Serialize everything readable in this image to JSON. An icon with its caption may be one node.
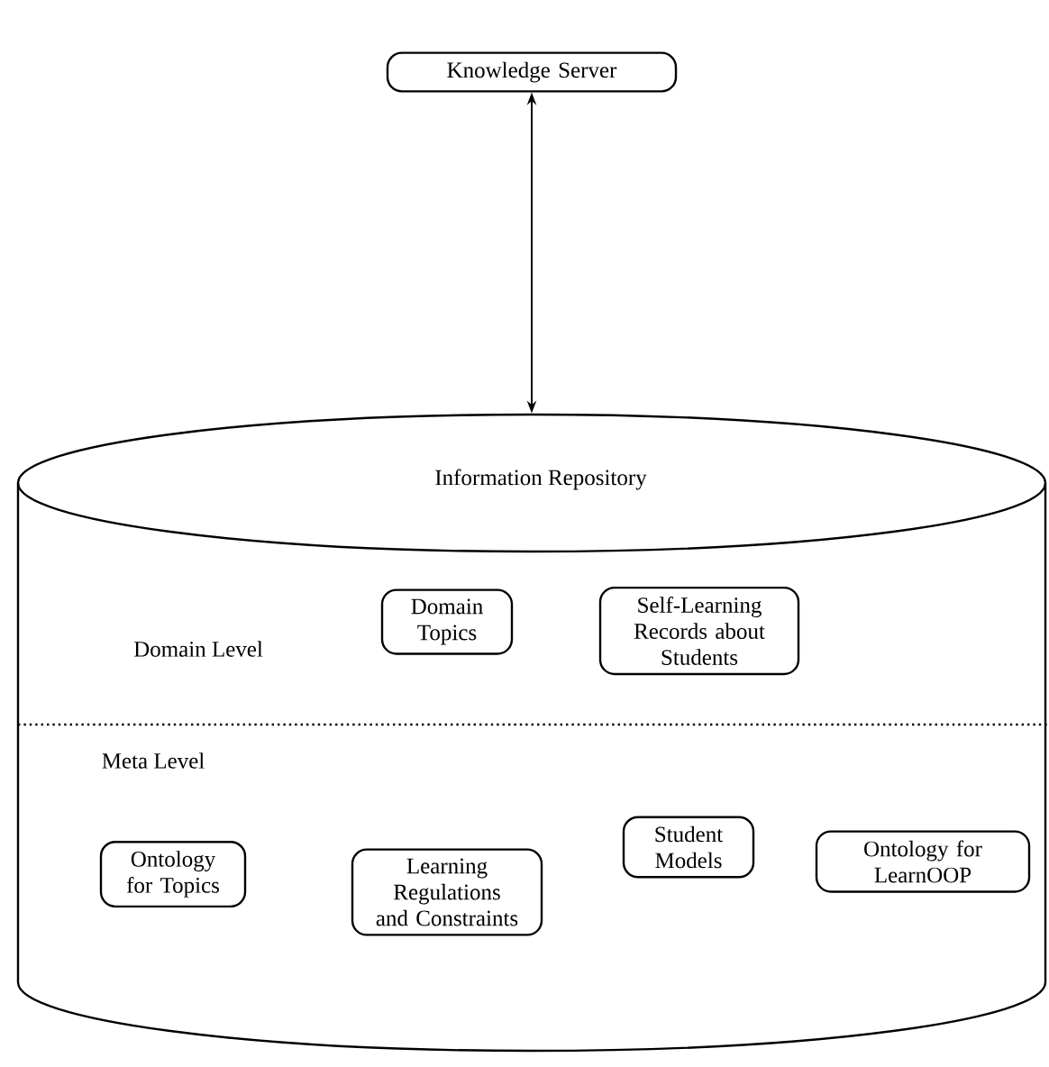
{
  "diagram": {
    "nodes": [
      {
        "text": [
          "Knowledge Server"
        ]
      },
      {
        "text": [
          "Information Repository"
        ]
      },
      {
        "text": [
          "Domain Topics"
        ],
        "in": 1
      },
      {
        "text": [
          "Self-Learning Records about Students"
        ],
        "in": 1
      },
      {
        "text": [
          "Ontology for Topics"
        ],
        "in": 1
      },
      {
        "text": [
          "Learning Regulations and Constraints"
        ],
        "in": 1
      },
      {
        "text": [
          "Student Models"
        ],
        "in": 1
      },
      {
        "text": [
          "Ontology for LearnOOP"
        ],
        "in": 1
      }
    ],
    "edges": [
      {
        "from": 0,
        "to": 1,
        "arrow": "both"
      }
    ],
    "labels": [
      "Domain Level",
      "Meta Level"
    ]
  }
}
